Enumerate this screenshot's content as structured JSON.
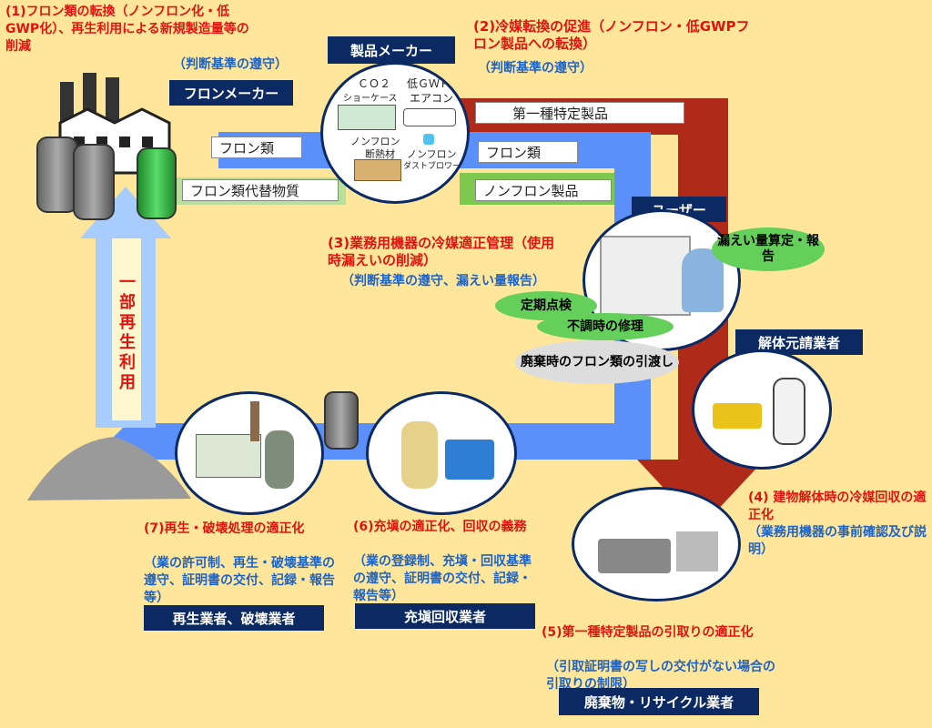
{
  "policies": {
    "p1": {
      "title": "(1)フロン類の転換（ノンフロン化・低GWP化）、再生利用による新規製造量等の削減",
      "note": "（判断基準の遵守）"
    },
    "p2": {
      "title": "(2)冷媒転換の促進（ノンフロン・低GWPフロン製品への転換）",
      "note": "（判断基準の遵守）"
    },
    "p3": {
      "title": "(3)業務用機器の冷媒適正管理（使用時漏えいの削減）",
      "note": "（判断基準の遵守、漏えい量報告）"
    },
    "p4": {
      "title": "(4) 建物解体時の冷媒回収の適正化",
      "note": "（業務用機器の事前確認及び説明）"
    },
    "p5": {
      "title": "(5)第一種特定製品の引取りの適正化",
      "note": "（引取証明書の写しの交付がない場合の引取りの制限）"
    },
    "p6": {
      "title": "(6)充塡の適正化、回収の義務",
      "note": "（業の登録制、充塡・回収基準の遵守、証明書の交付、記録・報告等）"
    },
    "p7": {
      "title": "(7)再生・破壊処理の適正化",
      "note": "（業の許可制、再生・破壊基準の遵守、証明書の交付、記録・報告等）"
    }
  },
  "actors": {
    "fron_maker": "フロンメーカー",
    "product_maker": "製品メーカー",
    "user": "ユーザー",
    "demolition": "解体元請業者",
    "waste": "廃棄物・リサイクル業者",
    "filling": "充塡回収業者",
    "recycle": "再生業者、破壊業者"
  },
  "flows": {
    "fron1": "フロン類",
    "fron2": "フロン類",
    "substitute": "フロン類代替物質",
    "nonfron": "ノンフロン製品",
    "specified": "第一種特定製品",
    "partial_reuse": "一部再生利用"
  },
  "products": {
    "co2": "ＣＯ２",
    "co2_sub": "ショーケース",
    "lowgwp": "低ＧＷＰ",
    "aircon": "エアコン",
    "insulation1": "ノンフロン",
    "insulation2": "断熱材",
    "duster1": "ノンフロン",
    "duster2": "ダストブロワー"
  },
  "user_actions": {
    "leak": "漏えい量算定・報告",
    "inspection": "定期点検",
    "repair": "不調時の修理",
    "handover": "廃棄時のフロン類の引渡し"
  },
  "colors": {
    "background": "#ffe69a",
    "blue_flow": "#5b8ff9",
    "red_flow": "#b02a1a",
    "green_flow": "#7ec850",
    "navy": "#0b2a63",
    "red_text": "#e0140f",
    "blue_text": "#1d63c8"
  }
}
